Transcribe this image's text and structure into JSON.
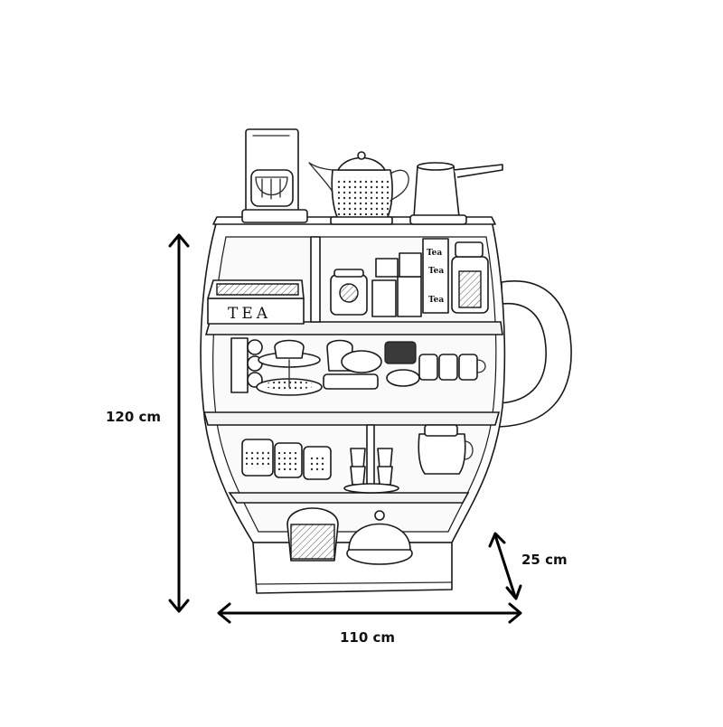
{
  "dimensions": {
    "height_label": "120 cm",
    "width_label": "110 cm",
    "depth_label": "25 cm"
  },
  "items": {
    "tea_box_label": "TEA",
    "tea_tin_label_1": "Tea",
    "tea_tin_label_2": "Tea",
    "tea_tin_label_3": "Tea"
  }
}
